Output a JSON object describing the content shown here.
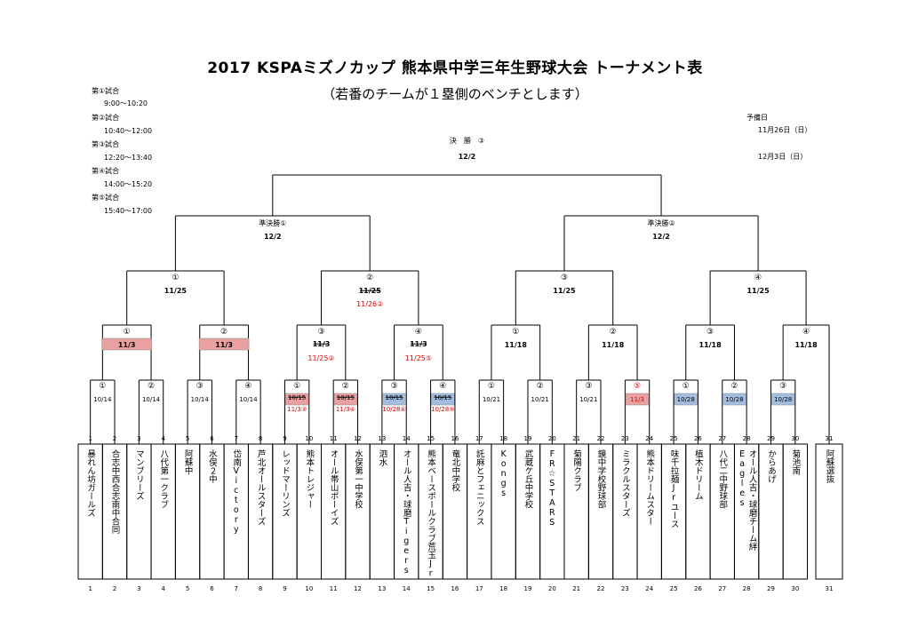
{
  "title": "2017 KSPAミズノカップ 熊本県中学三年生野球大会 トーナメント表",
  "subtitle": "（若番のチームが１塁側のベンチとします）",
  "schedule": [
    {
      "label": "第①試合",
      "time": "9:00～10:20"
    },
    {
      "label": "第②試合",
      "time": "10:40～12:00"
    },
    {
      "label": "第③試合",
      "time": "12:20～13:40"
    },
    {
      "label": "第④試合",
      "time": "14:00～15:20"
    },
    {
      "label": "第⑤試合",
      "time": "15:40～17:00"
    }
  ],
  "reserve": {
    "label": "予備日",
    "dates": [
      "11月26日（日）",
      "12月3日（日）"
    ]
  },
  "colors": {
    "red": "#e8a0a0",
    "blue": "#a3bde0",
    "redText": "#e00000"
  },
  "final": {
    "label": "決　勝　③",
    "date": "12/2"
  },
  "semis": [
    {
      "label": "準決勝①",
      "date": "12/2"
    },
    {
      "label": "準決勝②",
      "date": "12/2"
    }
  ],
  "quarters": [
    {
      "num": "①",
      "date": "11/25",
      "new": ""
    },
    {
      "num": "②",
      "date": "11/25",
      "strike": true,
      "new": "11/26②"
    },
    {
      "num": "③",
      "date": "11/25",
      "new": ""
    },
    {
      "num": "④",
      "date": "11/25",
      "new": ""
    }
  ],
  "round2": [
    {
      "num": "①",
      "date": "11/3",
      "box": "red"
    },
    {
      "num": "②",
      "date": "11/3",
      "box": "red"
    },
    {
      "num": "③",
      "date": "11/3",
      "strike": true,
      "new": "11/25②"
    },
    {
      "num": "④",
      "date": "11/3",
      "strike": true,
      "new": "11/25⑤"
    },
    {
      "num": "①",
      "date": "11/18"
    },
    {
      "num": "②",
      "date": "11/18"
    },
    {
      "num": "③",
      "date": "11/18"
    },
    {
      "num": "④",
      "date": "11/18"
    }
  ],
  "round1": [
    {
      "num": "①",
      "date": "10/14"
    },
    {
      "num": "②",
      "date": "10/14"
    },
    {
      "num": "③",
      "date": "10/14"
    },
    {
      "num": "④",
      "date": "10/14"
    },
    {
      "num": "①",
      "date": "10/15",
      "strike": true,
      "new": "11/3③",
      "box": "red"
    },
    {
      "num": "②",
      "date": "10/15",
      "strike": true,
      "new": "11/3④",
      "box": "red"
    },
    {
      "num": "③",
      "date": "10/15",
      "strike": true,
      "new": "10/28④",
      "box": "blue"
    },
    {
      "num": "④",
      "date": "10/15",
      "strike": true,
      "new": "10/28⑤",
      "box": "blue"
    },
    {
      "num": "①",
      "date": "10/21"
    },
    {
      "num": "②",
      "date": "10/21"
    },
    {
      "num": "③",
      "date": "10/21"
    },
    {
      "num": "⑤",
      "date": "11/3",
      "box": "red",
      "redNum": true
    },
    {
      "num": "①",
      "date": "10/28",
      "box": "blue"
    },
    {
      "num": "②",
      "date": "10/28",
      "box": "blue"
    },
    {
      "num": "③",
      "date": "10/28",
      "box": "blue"
    }
  ],
  "teams": [
    {
      "no": "1",
      "name": "暴れん坊ガールズ"
    },
    {
      "no": "2",
      "name": "合志中西合志南中合同"
    },
    {
      "no": "3",
      "name": "マンブリーズ"
    },
    {
      "no": "4",
      "name": "八代第一クラブ"
    },
    {
      "no": "5",
      "name": "阿蘇中"
    },
    {
      "no": "6",
      "name": "水俣２中"
    },
    {
      "no": "7",
      "name": "岱南Victory"
    },
    {
      "no": "8",
      "name": "芦北オールスターズ"
    },
    {
      "no": "9",
      "name": "レッドマーリンズ"
    },
    {
      "no": "10",
      "name": "熊本トレジャー"
    },
    {
      "no": "11",
      "name": "オール帯山ボーイズ"
    },
    {
      "no": "12",
      "name": "水俣第一中学校"
    },
    {
      "no": "13",
      "name": "泗水"
    },
    {
      "no": "14",
      "name": "オール人吉・球磨Tigers"
    },
    {
      "no": "15",
      "name": "熊本ベースボールクラブ荒玉Jr"
    },
    {
      "no": "16",
      "name": "竜北中学校"
    },
    {
      "no": "17",
      "name": "託麻とフェニックス"
    },
    {
      "no": "18",
      "name": "Kongs"
    },
    {
      "no": "19",
      "name": "武蔵ケ丘中学校"
    },
    {
      "no": "20",
      "name": "FR☆STARS"
    },
    {
      "no": "21",
      "name": "菊陽クラブ"
    },
    {
      "no": "22",
      "name": "鏡中学校野球部"
    },
    {
      "no": "23",
      "name": "ミラクルスターズ"
    },
    {
      "no": "24",
      "name": "熊本ドリームスター"
    },
    {
      "no": "25",
      "name": "味千拉麺Jrユース"
    },
    {
      "no": "26",
      "name": "植木ドリーム"
    },
    {
      "no": "27",
      "name": "八代二中野球部"
    },
    {
      "no": "28",
      "name": "Eagles"
    },
    {
      "no": "28b",
      "name": "オール人吉・球磨チーム絆"
    },
    {
      "no": "29",
      "name": "からあげ"
    },
    {
      "no": "30",
      "name": "菊池南"
    },
    {
      "no": "31",
      "name": "阿蘇選抜"
    }
  ]
}
